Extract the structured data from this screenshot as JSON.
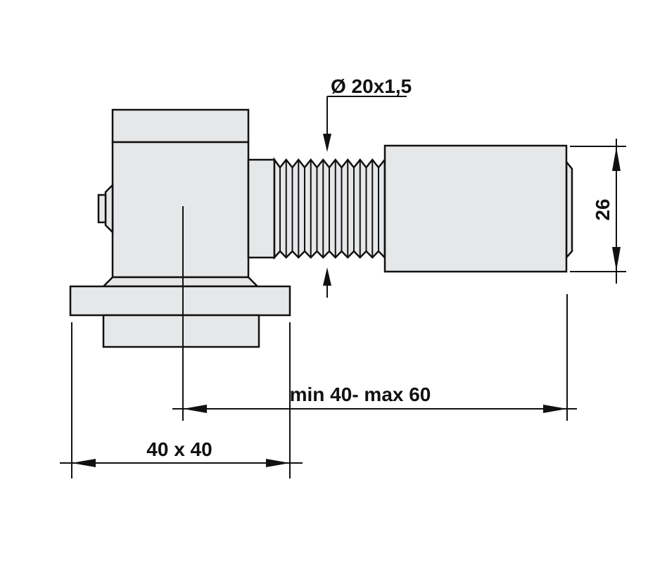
{
  "drawing": {
    "part_fill_color": "#e6e7e9",
    "line_color": "#111111",
    "labels": {
      "thread": "Ø 20x1,5",
      "height": "26",
      "range": "min 40- max 60",
      "base": "40 x 40"
    }
  }
}
